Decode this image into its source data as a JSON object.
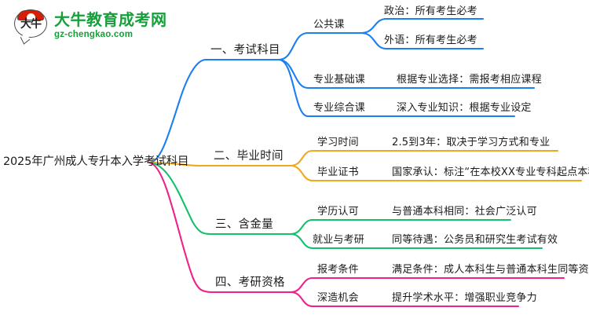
{
  "logo": {
    "mark_text": "大牛",
    "title": "大牛教育成考网",
    "url": "gz-chengkao.com",
    "brand_color": "#15a03a",
    "mark_color": "#d81e06"
  },
  "mindmap": {
    "root": "2025年广州成人专升本入学考试科目",
    "branches": [
      {
        "label": "一、考试科目",
        "color": "#1a7ff0",
        "children": [
          {
            "label": "公共课",
            "children": [
              {
                "label": "政治：所有考生必考"
              },
              {
                "label": "外语：所有考生必考"
              }
            ]
          },
          {
            "label": "专业基础课",
            "children": [
              {
                "label": "根据专业选择：需报考相应课程"
              }
            ]
          },
          {
            "label": "专业综合课",
            "children": [
              {
                "label": "深入专业知识：根据专业设定"
              }
            ]
          }
        ]
      },
      {
        "label": "二、毕业时间",
        "color": "#f0a81e",
        "children": [
          {
            "label": "学习时间",
            "children": [
              {
                "label": "2.5到3年：取决于学习方式和专业"
              }
            ]
          },
          {
            "label": "毕业证书",
            "children": [
              {
                "label": "国家承认：标注“在本校XX专业专科起点本科学习”"
              }
            ]
          }
        ]
      },
      {
        "label": "三、含金量",
        "color": "#14c06a",
        "children": [
          {
            "label": "学历认可",
            "children": [
              {
                "label": "与普通本科相同：社会广泛认可"
              }
            ]
          },
          {
            "label": "就业与考研",
            "children": [
              {
                "label": "同等待遇：公务员和研究生考试有效"
              }
            ]
          }
        ]
      },
      {
        "label": "四、考研资格",
        "color": "#f0218a",
        "children": [
          {
            "label": "报考条件",
            "children": [
              {
                "label": "满足条件：成人本科生与普通本科生同等资格"
              }
            ]
          },
          {
            "label": "深造机会",
            "children": [
              {
                "label": "提升学术水平：增强职业竞争力"
              }
            ]
          }
        ]
      }
    ]
  }
}
